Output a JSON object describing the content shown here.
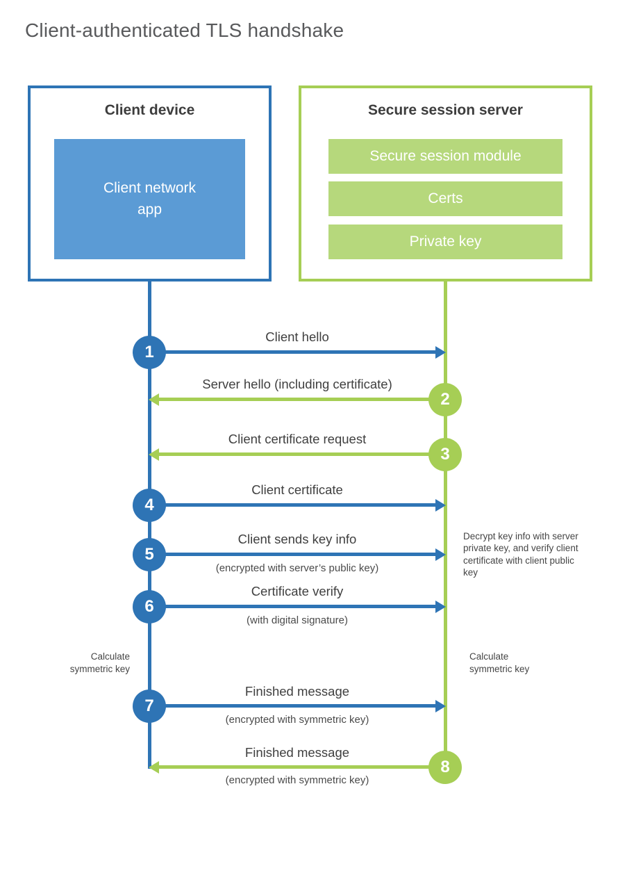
{
  "title": "Client-authenticated TLS handshake",
  "palette": {
    "blue": "#2e74b5",
    "light_blue": "#5b9bd5",
    "green": "#a6ce55",
    "light_green": "#b6d87c",
    "title_gray": "#58595b",
    "text_dark": "#3f3f3f"
  },
  "client": {
    "title": "Client device",
    "app_label": "Client network app"
  },
  "server": {
    "title": "Secure session server",
    "modules": [
      "Secure session module",
      "Certs",
      "Private key"
    ]
  },
  "messages": [
    {
      "number": "1",
      "label": "Client hello",
      "sublabel": "",
      "direction": "client-to-server",
      "color": "blue"
    },
    {
      "number": "2",
      "label": "Server hello (including certificate)",
      "sublabel": "",
      "direction": "server-to-client",
      "color": "green"
    },
    {
      "number": "3",
      "label": "Client certificate request",
      "sublabel": "",
      "direction": "server-to-client",
      "color": "green"
    },
    {
      "number": "4",
      "label": "Client certificate",
      "sublabel": "",
      "direction": "client-to-server",
      "color": "blue"
    },
    {
      "number": "5",
      "label": "Client sends key info",
      "sublabel": "(encrypted with server’s public key)",
      "direction": "client-to-server",
      "color": "blue"
    },
    {
      "number": "6",
      "label": "Certificate verify",
      "sublabel": "(with digital signature)",
      "direction": "client-to-server",
      "color": "blue"
    },
    {
      "number": "7",
      "label": "Finished message",
      "sublabel": "(encrypted with symmetric key)",
      "direction": "client-to-server",
      "color": "blue"
    },
    {
      "number": "8",
      "label": "Finished message",
      "sublabel": "(encrypted with symmetric key)",
      "direction": "server-to-client",
      "color": "green"
    }
  ],
  "annotations": {
    "decrypt_note": "Decrypt key info with server private key, and verify client certificate with client public key",
    "calc_symmetric_left": "Calculate symmetric key",
    "calc_symmetric_right": "Calculate symmetric key"
  }
}
